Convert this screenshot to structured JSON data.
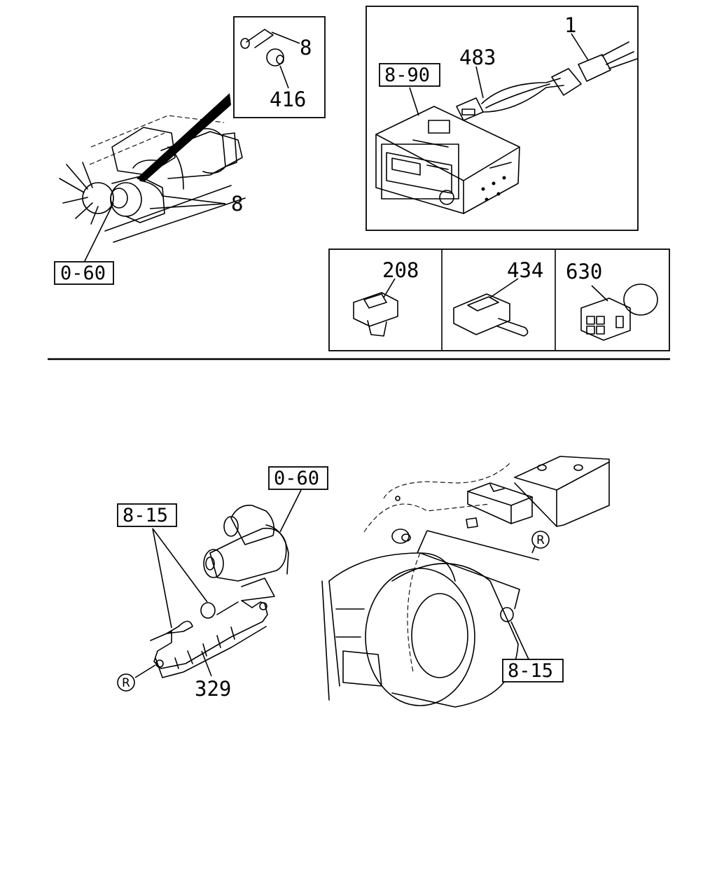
{
  "diagram": {
    "callouts": {
      "part_8_inset": "8",
      "part_416": "416",
      "part_8_engine": "8",
      "part_1": "1",
      "part_483": "483",
      "part_208": "208",
      "part_434": "434",
      "part_630": "630",
      "part_329": "329"
    },
    "refs": {
      "ref_0_60_top": "0-60",
      "ref_8_90": "8-90",
      "ref_0_60_bottom": "0-60",
      "ref_8_15_left": "8-15",
      "ref_8_15_right": "8-15"
    },
    "markers": {
      "r_left": "R",
      "r_right": "R"
    }
  }
}
